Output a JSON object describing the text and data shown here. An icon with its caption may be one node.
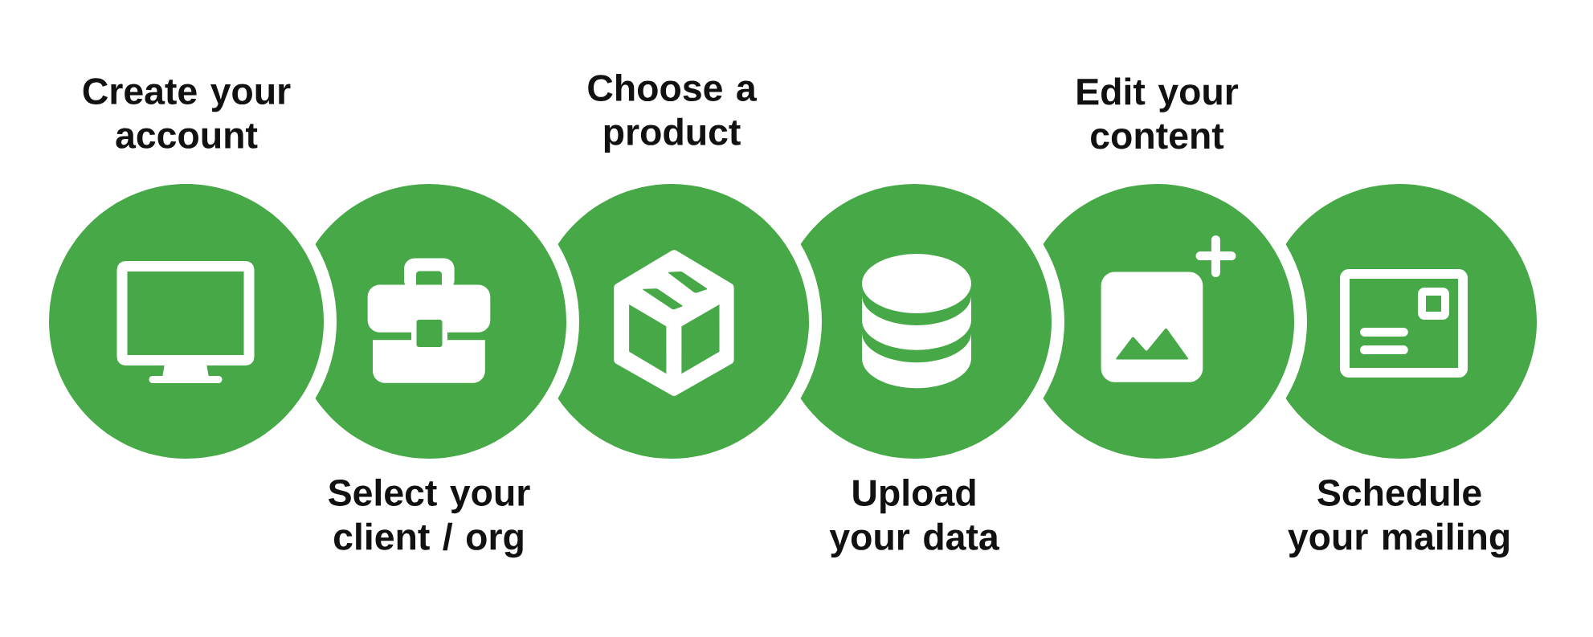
{
  "diagram": {
    "nodes": [
      {
        "text": [
          "Create your account"
        ]
      },
      {
        "text": [
          "Select your client / org"
        ]
      },
      {
        "text": [
          "Choose a product"
        ]
      },
      {
        "text": [
          "Upload your data"
        ]
      },
      {
        "text": [
          "Edit your content"
        ]
      },
      {
        "text": [
          "Schedule your mailing"
        ]
      }
    ]
  }
}
